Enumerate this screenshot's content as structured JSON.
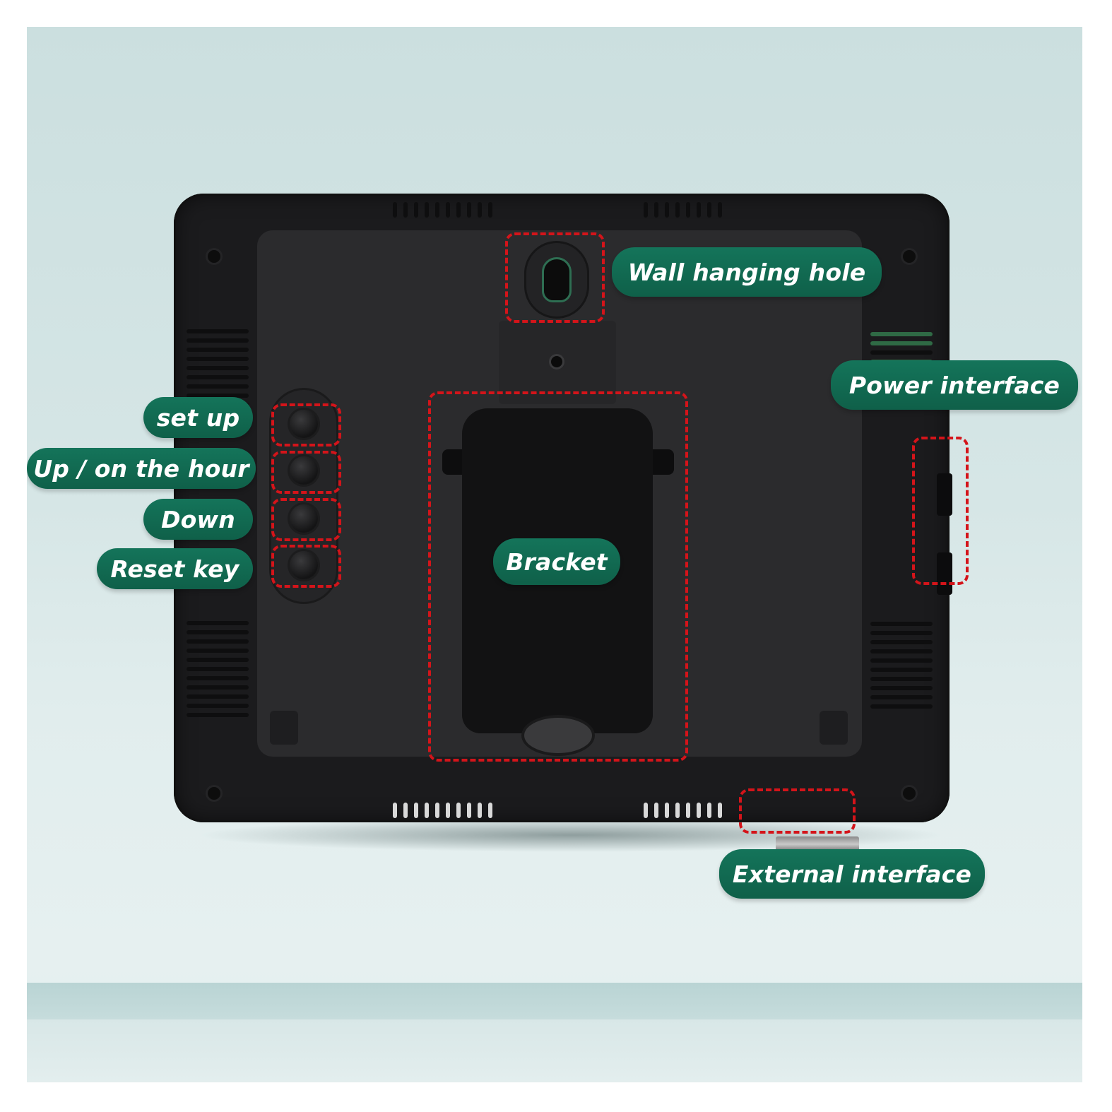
{
  "labels": {
    "wall_hanging_hole": "Wall hanging hole",
    "power_interface": "Power interface",
    "set_up": "set up",
    "up_on_the_hour": "Up / on the hour",
    "down": "Down",
    "reset_key": "Reset key",
    "bracket": "Bracket",
    "external_interface": "External interface"
  },
  "colors": {
    "callout_green": "#0f6049",
    "highlight_red": "#d4141a",
    "device_body": "#1b1b1d",
    "background": "#cbdfdf"
  }
}
